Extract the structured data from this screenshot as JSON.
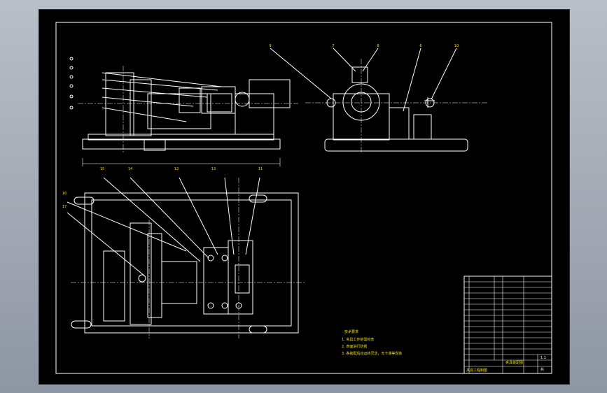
{
  "drawing": {
    "background": "#000000",
    "line_color": "#ffffff",
    "text_color": "#f0e010"
  },
  "balloons": [
    "9",
    "7",
    "8",
    "6",
    "10",
    "15",
    "14",
    "12",
    "13",
    "11",
    "16",
    "17"
  ],
  "notes": {
    "title": "技术要求",
    "lines": [
      "1. 夹具工作前需检查",
      "2. 表面进行防锈",
      "3. 各装配后应运转灵活，无卡滞等现象"
    ]
  },
  "title_block": {
    "left_label": "夹具工程制图",
    "center_label": "夹具装配图",
    "scale": "1:1",
    "sheet": "共"
  }
}
